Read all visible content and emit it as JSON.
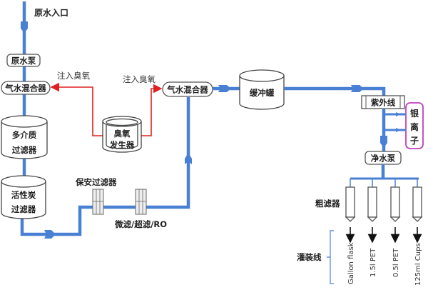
{
  "title": "Water treatment and bottling process flow",
  "colors": {
    "pipe": "#4a80d4",
    "ozone_line": "#e02020",
    "silver_ion_border": "#c040c0",
    "text": "#222222"
  },
  "nodes": {
    "raw_water_inlet": "原水入口",
    "raw_water_pump": "原水泵",
    "gas_water_mixer_1": "气水混合器",
    "multimedia_filter_line1": "多介质",
    "multimedia_filter_line2": "过滤器",
    "activated_carbon_line1": "活性炭",
    "activated_carbon_line2": "过滤器",
    "ozone_generator_line1": "臭氧",
    "ozone_generator_line2": "发生器",
    "ozone_injection_1": "注入臭氧",
    "ozone_injection_2": "注入臭氧",
    "security_filter": "保安过滤器",
    "membrane_filter": "微滤/超滤/RO",
    "gas_water_mixer_2": "气水混合器",
    "buffer_tank": "缓冲罐",
    "uv_sterilizer": "紫外线",
    "silver_ion": [
      "银",
      "离",
      "子"
    ],
    "clean_water_pump": "净水泵",
    "coarse_filter": "粗滤器",
    "filling_line": "灌装线"
  },
  "outputs": [
    "Gallon flask",
    "1.5l PET",
    "0.5l PET",
    "125ml Cups"
  ]
}
